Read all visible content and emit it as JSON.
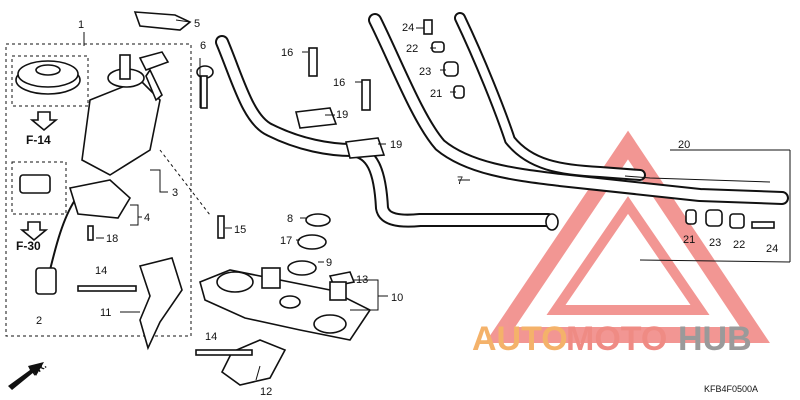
{
  "diagram": {
    "callouts": {
      "c1": "1",
      "c2": "2",
      "c3": "3",
      "c4": "4",
      "c5": "5",
      "c6": "6",
      "c7": "7",
      "c8": "8",
      "c9": "9",
      "c10": "10",
      "c11": "11",
      "c12": "12",
      "c13": "13",
      "c14a": "14",
      "c14b": "14",
      "c15": "15",
      "c16a": "16",
      "c16b": "16",
      "c17": "17",
      "c18": "18",
      "c19a": "19",
      "c19b": "19",
      "c20": "20",
      "c21a": "21",
      "c21b": "21",
      "c22a": "22",
      "c22b": "22",
      "c23a": "23",
      "c23b": "23",
      "c24a": "24",
      "c24b": "24"
    },
    "refs": {
      "f14": "F-14",
      "f30": "F-30"
    },
    "front_label": "FR.",
    "diagram_code": "KFB4F0500A"
  },
  "watermark": {
    "text_auto": "AUTO",
    "text_moto": "MOTO",
    "text_hub": "HUB",
    "colors": {
      "auto": "#f4b26a",
      "moto": "#ef8b84",
      "hub": "#9a9a9a",
      "triangle": "#e8423c"
    }
  }
}
